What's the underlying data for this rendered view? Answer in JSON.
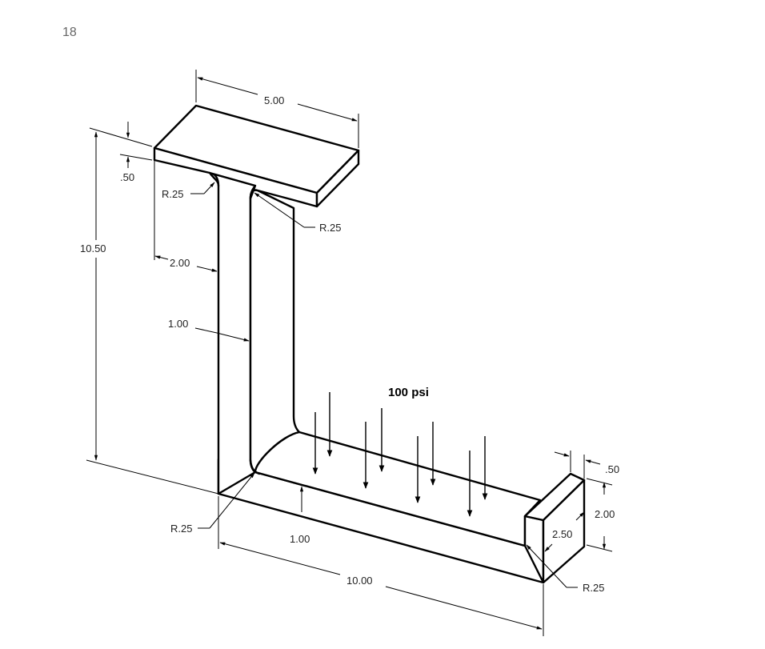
{
  "page": {
    "number": "18"
  },
  "load": {
    "label": "100 psi"
  },
  "dimensions": {
    "top_width": "5.00",
    "top_thickness": ".50",
    "overall_height": "10.50",
    "web_offset": "2.00",
    "web_thickness": "1.00",
    "base_thickness": "1.00",
    "base_length": "10.00",
    "lip_thickness": ".50",
    "lip_height": "2.00",
    "lip_depth": "2.50"
  },
  "radii": {
    "top_left": "R.25",
    "top_right": "R.25",
    "bottom_left": "R.25",
    "bottom_right": "R.25"
  }
}
